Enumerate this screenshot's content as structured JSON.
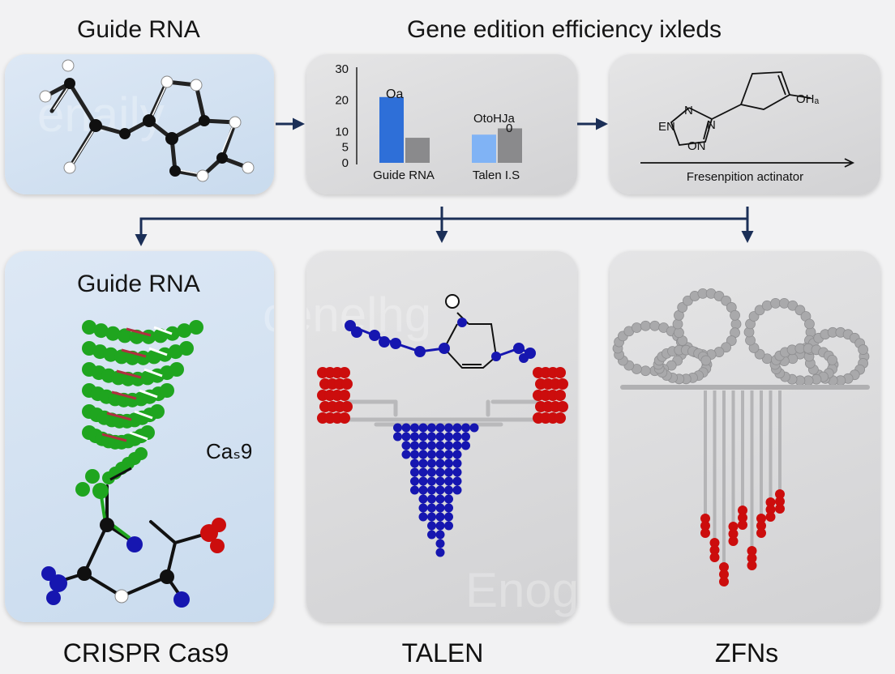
{
  "headings": {
    "top_left": "Guide RNA",
    "top_center": "Gene edition efficiency ixleds"
  },
  "captions": {
    "crispr": "CRISPR Cas9",
    "talen": "TALEN",
    "zfns": "ZFNs"
  },
  "panel_chart": {
    "y_ticks": [
      "30",
      "20",
      "10",
      "5",
      "0"
    ],
    "categories": [
      "Guide RNA",
      "Talen I.S"
    ],
    "bar_labels": [
      "Oa",
      "OtoHJa",
      "0"
    ]
  },
  "panel_molecule": {
    "labels": [
      "EN",
      "N",
      "N",
      "ON",
      "OHₐ"
    ],
    "axis_label": "Fresenpition actinator"
  },
  "panel_crispr": {
    "title": "Guide RNA",
    "protein_label": "Caₛ9"
  },
  "watermarks": [
    "enaily",
    "cenelhg",
    "Enoglloy"
  ],
  "colors": {
    "panel_blue": "#d4e2f1",
    "panel_grey": "#dcdcdd",
    "arrow": "#1b2f57",
    "bar_blue": "#2e6fd8",
    "bar_light_blue": "#80b3f5",
    "bar_grey": "#8a8a8c",
    "atom_green": "#1fa51f",
    "atom_blue": "#1616b0",
    "atom_red": "#cc0d0d",
    "atom_grey": "#a9a9ab"
  },
  "chart_data": {
    "type": "bar",
    "categories": [
      "Guide RNA",
      "Talen I.S"
    ],
    "series": [
      {
        "values": [
          21,
          9
        ]
      },
      {
        "values": [
          8,
          11
        ]
      }
    ],
    "yticks": [
      30,
      20,
      10,
      5,
      0
    ],
    "ylim": [
      0,
      30
    ]
  }
}
